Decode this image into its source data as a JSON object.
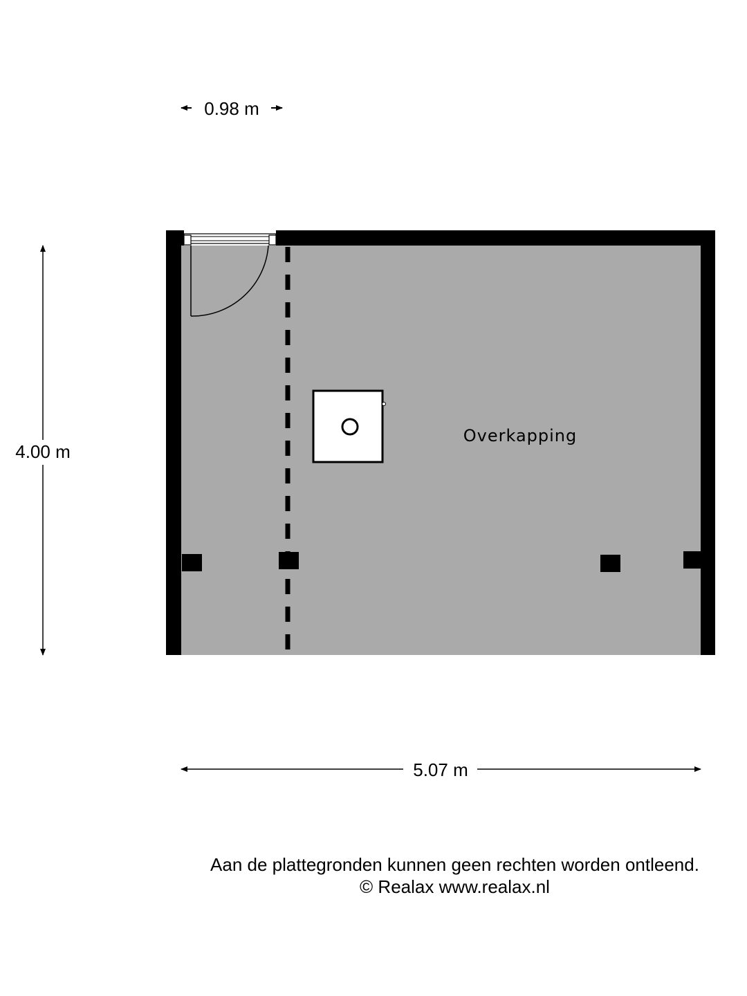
{
  "dimensions": {
    "door_width": "0.98 m",
    "depth": "4.00 m",
    "width": "5.07 m"
  },
  "room": {
    "label": "Overkapping"
  },
  "footer": {
    "disclaimer": "Aan de plattegronden kunnen geen rechten worden ontleend.",
    "copyright": "© Realax www.realax.nl"
  },
  "colors": {
    "floor": "#aaaaaa",
    "wall": "#000000",
    "background": "#ffffff"
  }
}
